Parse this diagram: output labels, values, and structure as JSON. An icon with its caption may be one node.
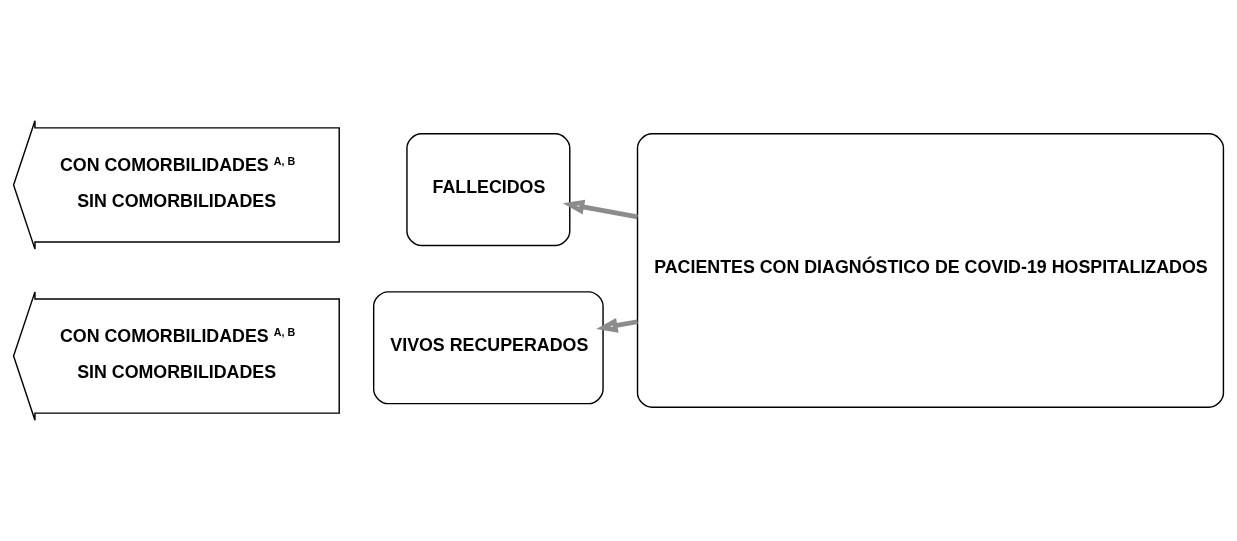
{
  "diagram": {
    "nodes": [
      {
        "text": [
          "PACIENTES CON DIAGNÓSTICO DE COVID-19 HOSPITALIZADOS"
        ]
      },
      {
        "text": [
          "FALLECIDOS"
        ]
      },
      {
        "text": [
          "CON COMORBILIDADES $^{A, B}$",
          "SIN COMORBILIDADES"
        ]
      },
      {
        "text": [
          "VIVOS RECUPERADOS"
        ]
      },
      {
        "text": [
          "CON COMORBILIDADES $^{A, B}$",
          "SIN COMORBILIDADES"
        ]
      }
    ],
    "edges": [
      {
        "from": 0,
        "to": 1,
        "arrow": "to"
      },
      {
        "from": 0,
        "to": 3,
        "arrow": "to"
      }
    ]
  }
}
